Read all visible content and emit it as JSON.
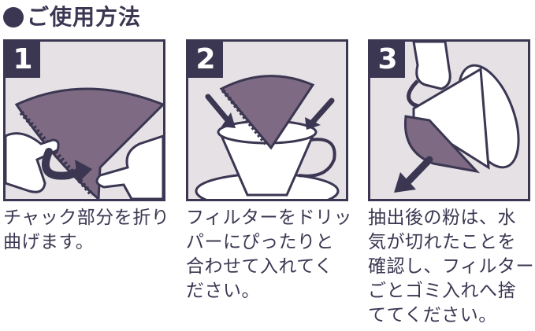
{
  "header": {
    "title": "ご使用方法"
  },
  "steps": [
    {
      "number": "1",
      "lines": [
        "チャック部分を折り",
        "曲げます。"
      ]
    },
    {
      "number": "2",
      "lines": [
        "フィルターをドリッ",
        "パーにぴったりと",
        "合わせて入れてく",
        "ださい。"
      ]
    },
    {
      "number": "3",
      "lines": [
        "抽出後の粉は、水",
        "気が切れたことを",
        "確認し、フィルター",
        "ごとゴミ入れへ捨",
        "ててください。"
      ]
    }
  ],
  "colors": {
    "navy": "#3b3752",
    "panel_bg": "#e6e1e5",
    "filter": "#7e6b83",
    "white": "#ffffff"
  }
}
